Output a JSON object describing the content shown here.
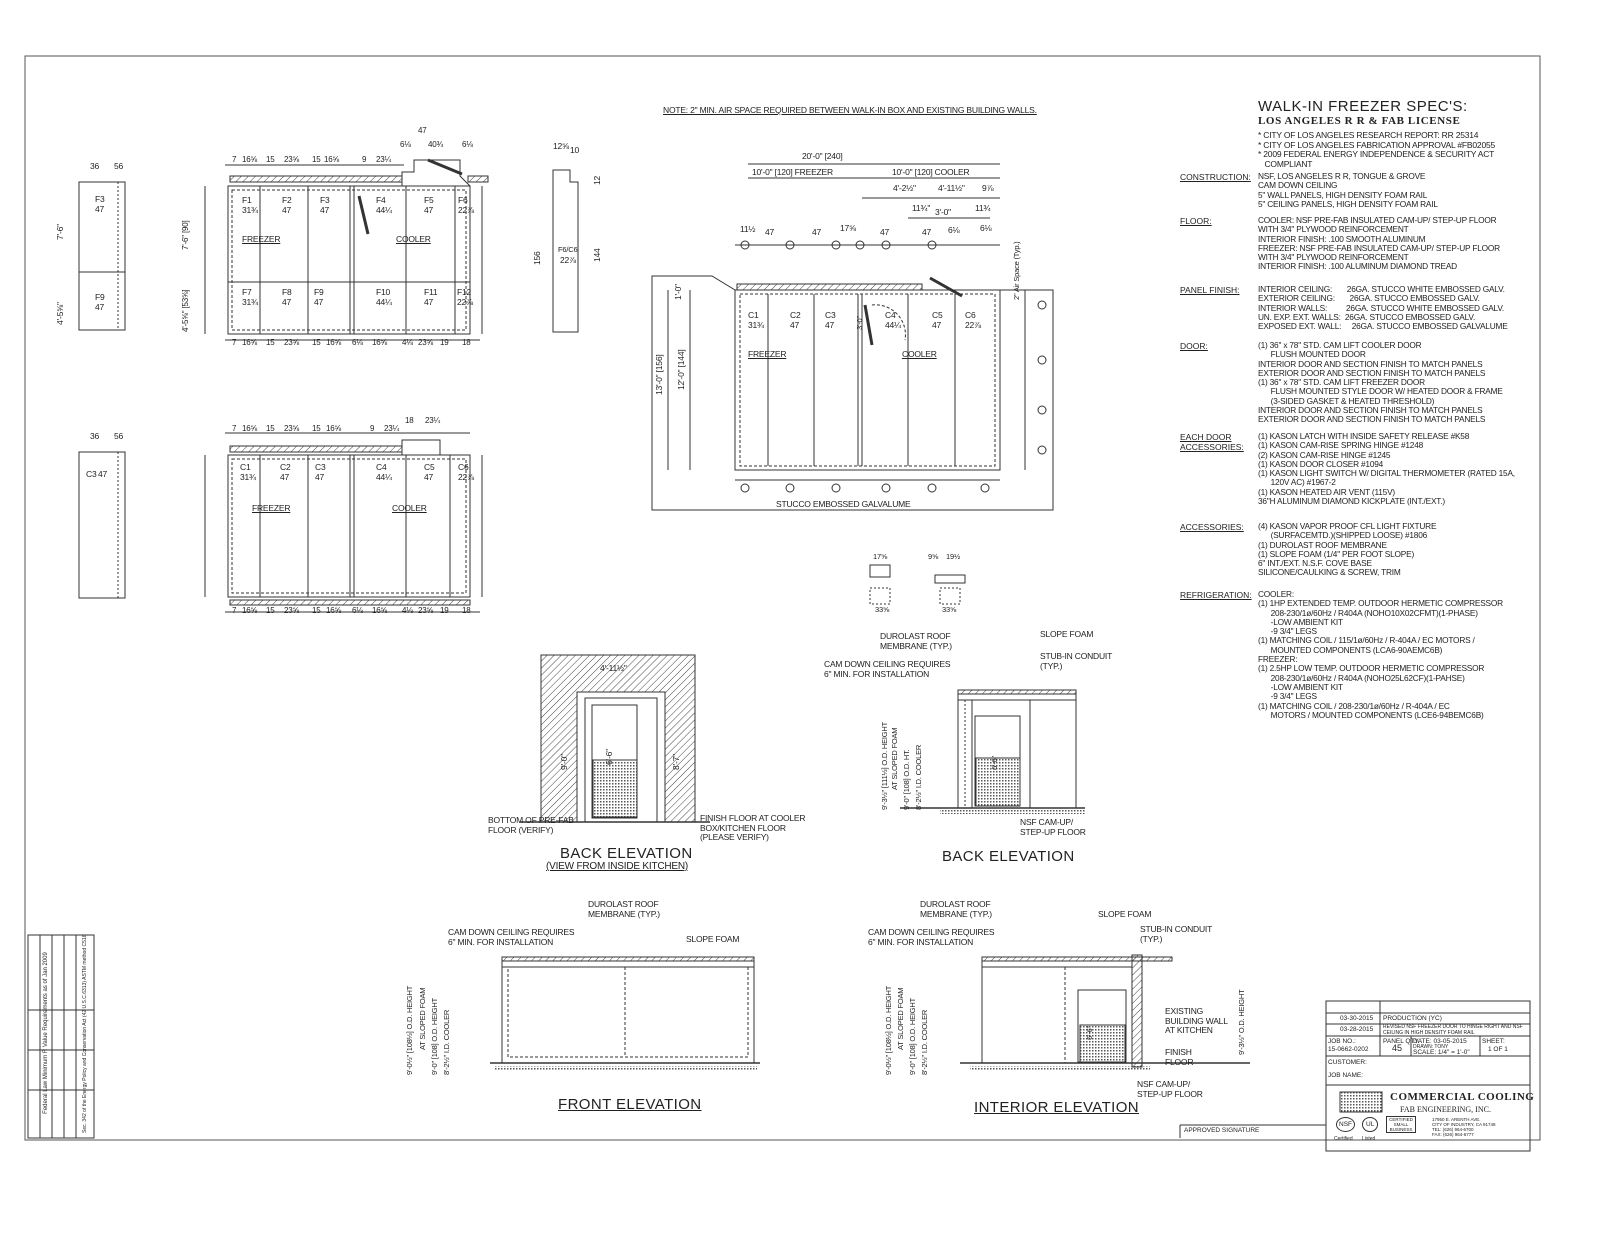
{
  "specs": {
    "title": "WALK-IN FREEZER SPEC'S:",
    "subtitle": "LOS ANGELES R R & FAB LICENSE",
    "bullets": [
      "* CITY OF LOS ANGELES RESEARCH REPORT: RR 25314",
      "* CITY OF LOS ANGELES FABRICATION APPROVAL #FB02055",
      "* 2009 FEDERAL ENERGY INDEPENDENCE & SECURITY ACT",
      "   COMPLIANT"
    ],
    "sections": [
      {
        "heading": "CONSTRUCTION:",
        "lines": [
          "NSF, LOS ANGELES R R, TONGUE & GROVE",
          "CAM DOWN CEILING",
          "5\" WALL PANELS, HIGH DENSITY FOAM RAIL",
          "5\" CEILING PANELS, HIGH DENSITY FOAM RAIL"
        ]
      },
      {
        "heading": "FLOOR:",
        "lines": [
          "COOLER: NSF PRE-FAB INSULATED CAM-UP/ STEP-UP FLOOR",
          "WITH 3/4\" PLYWOOD REINFORCEMENT",
          "INTERIOR FINISH: .100 SMOOTH ALUMINUM",
          "FREEZER: NSF PRE-FAB INSULATED CAM-UP/ STEP-UP FLOOR",
          "WITH 3/4\" PLYWOOD REINFORCEMENT",
          "INTERIOR FINISH: .100 ALUMINUM DIAMOND TREAD"
        ]
      },
      {
        "heading": "PANEL FINISH:",
        "lines": [
          "INTERIOR CEILING:       26GA. STUCCO WHITE EMBOSSED GALV.",
          "EXTERIOR CEILING:       26GA. STUCCO EMBOSSED GALV.",
          "INTERIOR WALLS:         26GA. STUCCO WHITE EMBOSSED GALV.",
          "UN. EXP. EXT. WALLS:  26GA. STUCCO EMBOSSED GALV.",
          "EXPOSED EXT. WALL:     26GA. STUCCO EMBOSSED GALVALUME"
        ]
      },
      {
        "heading": "DOOR:",
        "lines": [
          "(1) 36\" x 78\" STD. CAM LIFT COOLER DOOR",
          "      FLUSH MOUNTED DOOR",
          "INTERIOR DOOR AND SECTION FINISH TO MATCH PANELS",
          "EXTERIOR DOOR AND SECTION FINISH TO MATCH PANELS",
          "(1) 36\" x 78\" STD. CAM LIFT FREEZER DOOR",
          "      FLUSH MOUNTED STYLE DOOR W/ HEATED DOOR & FRAME",
          "      (3-SIDED GASKET & HEATED THRESHOLD)",
          "INTERIOR DOOR AND SECTION FINISH TO MATCH PANELS",
          "EXTERIOR DOOR AND SECTION FINISH TO MATCH PANELS"
        ]
      },
      {
        "heading": "EACH DOOR\nACCESSORIES:",
        "lines": [
          "(1) KASON LATCH WITH INSIDE SAFETY RELEASE #K58",
          "(1) KASON CAM-RISE SPRING HINGE #1248",
          "(2) KASON CAM-RISE HINGE #1245",
          "(1) KASON DOOR CLOSER #1094",
          "(1) KASON LIGHT SWITCH W/ DIGITAL THERMOMETER (RATED 15A,",
          "      120V AC) #1967-2",
          "(1) KASON HEATED AIR VENT (115V)",
          "36\"H ALUMINUM DIAMOND KICKPLATE (INT./EXT.)"
        ]
      },
      {
        "heading": "ACCESSORIES:",
        "lines": [
          "(4) KASON VAPOR PROOF CFL LIGHT FIXTURE",
          "      (SURFACEMTD.)(SHIPPED LOOSE) #1806",
          "(1) DUROLAST ROOF MEMBRANE",
          "(1) SLOPE FOAM (1/4\" PER FOOT SLOPE)",
          "6\" INT./EXT. N.S.F. COVE BASE",
          "SILICONE/CAULKING & SCREW, TRIM"
        ]
      },
      {
        "heading": "REFRIGERATION:",
        "lines": [
          "COOLER:",
          "(1) 1HP EXTENDED TEMP. OUTDOOR HERMETIC COMPRESSOR",
          "      208-230/1ø/60Hz / R404A (NOHO10X02CFMT)(1-PHASE)",
          "      -LOW AMBIENT KIT",
          "      -9 3/4\" LEGS",
          "(1) MATCHING COIL / 115/1ø/60Hz / R-404A / EC MOTORS /",
          "      MOUNTED COMPONENTS (LCA6-90AEMC6B)",
          "FREEZER:",
          "(1) 2.5HP LOW TEMP. OUTDOOR HERMETIC COMPRESSOR",
          "      208-230/1ø/60Hz / R404A (NOHO25L62CF)(1-PAHSE)",
          "      -LOW AMBIENT KIT",
          "      -9 3/4\" LEGS",
          "(1) MATCHING COIL / 208-230/1ø/60Hz / R-404A / EC",
          "      MOTORS / MOUNTED COMPONENTS (LCE6-94BEMC6B)"
        ]
      }
    ]
  },
  "note": "NOTE: 2\" MIN. AIR SPACE REQUIRED BETWEEN WALK-IN BOX AND EXISTING BUILDING WALLS.",
  "floor_plan": {
    "panels": [
      [
        "F1",
        "31¾"
      ],
      [
        "F2",
        "47"
      ],
      [
        "F3",
        "47"
      ],
      [
        "F4",
        "44¼"
      ],
      [
        "F5",
        "47"
      ],
      [
        "F6",
        "22⅞"
      ],
      [
        "F7",
        "31¾"
      ],
      [
        "F8",
        "47"
      ],
      [
        "F9",
        "47"
      ],
      [
        "F10",
        "44¼"
      ],
      [
        "F11",
        "47"
      ],
      [
        "F12",
        "22⅞"
      ]
    ],
    "freezer": "FREEZER",
    "cooler": "COOLER",
    "top_dims": [
      "7",
      "16⅝",
      "15",
      "23⅝",
      "15",
      "16⅝",
      "9",
      "23¼",
      "47",
      "40¾",
      "6⅛",
      "6⅛"
    ],
    "bottom_dims": [
      "7",
      "16⅝",
      "15",
      "23⅝",
      "15",
      "16⅝",
      "6⅛",
      "16⅝",
      "4⅛",
      "23⅝",
      "19",
      "18"
    ],
    "height_label": "7'-6\" [90]",
    "height_label2": "4'-5⅝\" [53⅝]",
    "side_panels": [
      [
        "F3",
        "47"
      ],
      [
        "F9",
        "47"
      ]
    ],
    "side_dims": [
      "36",
      "56",
      "7'-6\"",
      "4'-5⅝\""
    ],
    "end_panel": [
      "F6/C6",
      "22⅞"
    ],
    "end_dims": [
      "12⅝",
      "10",
      "156",
      "144",
      "12"
    ]
  },
  "ceiling_plan": {
    "panels": [
      [
        "C1",
        "31¾"
      ],
      [
        "C2",
        "47"
      ],
      [
        "C3",
        "47"
      ],
      [
        "C4",
        "44¼"
      ],
      [
        "C5",
        "47"
      ],
      [
        "C6",
        "22⅞"
      ]
    ],
    "freezer": "FREEZER",
    "cooler": "COOLER",
    "top_dims": [
      "7",
      "16⅝",
      "15",
      "23⅝",
      "15",
      "16⅝",
      "9",
      "23¼",
      "18",
      "23¼"
    ],
    "bottom_dims": [
      "7",
      "16⅝",
      "15",
      "23⅝",
      "15",
      "16⅝",
      "6⅛",
      "16⅝",
      "4⅛",
      "23⅝",
      "19",
      "18"
    ],
    "side_panel": [
      "C3",
      "47"
    ],
    "side_dims": [
      "36",
      "56"
    ]
  },
  "site_plan": {
    "overall": "20'-0\" [240]",
    "freezer_dim": "10'-0\" [120] FREEZER",
    "cooler_dim": "10'-0\" [120] COOLER",
    "sub_dims": [
      "4'-2½\"",
      "4'-11½\"",
      "9⅞",
      "11¾\"",
      "3'-0\"",
      "11¾"
    ],
    "module_dims": [
      "11½",
      "47",
      "47",
      "17⅝",
      "47",
      "6⅛",
      "47",
      "6⅛"
    ],
    "depth_dims": [
      "13'-0\" [156]",
      "12'-0\" [144]",
      "1'-0\""
    ],
    "panels": [
      [
        "C1",
        "31¾"
      ],
      [
        "C2",
        "47"
      ],
      [
        "C3",
        "47"
      ],
      [
        "C4",
        "44¼"
      ],
      [
        "C5",
        "47"
      ],
      [
        "C6",
        "22⅞"
      ]
    ],
    "freezer": "FREEZER",
    "cooler": "COOLER",
    "air_space": "2\" Air Space (Typ.)",
    "door_dim": "3'-0\"",
    "finish_label": "STUCCO EMBOSSED GALVALUME"
  },
  "details": {
    "left": [
      "17⅝",
      "33⅝"
    ],
    "right": [
      "9⅝",
      "19½",
      "33⅝"
    ]
  },
  "back_elev_1": {
    "title": "BACK ELEVATION",
    "subtitle": "(VIEW FROM INSIDE KITCHEN)",
    "dims": [
      "4'-11½\"",
      "9'-0\"",
      "8'-7\"",
      "6'-6\""
    ],
    "callout_left": "BOTTOM OF PRE-FAB\nFLOOR (VERIFY)",
    "callout_right": "FINISH FLOOR AT COOLER\nBOX/KITCHEN FLOOR\n(PLEASE VERIFY)"
  },
  "back_elev_2": {
    "title": "BACK ELEVATION",
    "roof_membrane": "DUROLAST ROOF\nMEMBRANE (TYP.)",
    "cam_down": "CAM DOWN CEILING REQUIRES\n6\" MIN. FOR INSTALLATION",
    "slope_foam": "SLOPE FOAM",
    "stub_in": "STUB-IN CONDUIT\n(TYP.)",
    "nsf_floor": "NSF CAM-UP/\nSTEP-UP FLOOR",
    "dims": [
      "9'-3½\" [111½] O.D. HEIGHT",
      "AT SLOPED FOAM",
      "9'-0\" [108] O.D. HT.",
      "8'-2½\" I.D. COOLER",
      "6'-6\""
    ]
  },
  "front_elev": {
    "title": "FRONT ELEVATION",
    "roof_membrane": "DUROLAST ROOF\nMEMBRANE (TYP.)",
    "cam_down": "CAM DOWN CEILING REQUIRES\n6\" MIN. FOR INSTALLATION",
    "slope_foam": "SLOPE FOAM",
    "dims": [
      "9'-0½\" [108½] O.D. HEIGHT",
      "AT SLOPED FOAM",
      "9'-0\" [108] O.D. HEIGHT",
      "8'-2½\" I.D. COOLER"
    ]
  },
  "interior_elev": {
    "title": "INTERIOR ELEVATION",
    "roof_membrane": "DUROLAST ROOF\nMEMBRANE (TYP.)",
    "cam_down": "CAM DOWN CEILING REQUIRES\n6\" MIN. FOR INSTALLATION",
    "slope_foam": "SLOPE FOAM",
    "stub_in": "STUB-IN CONDUIT\n(TYP.)",
    "existing_wall": "EXISTING\nBUILDING WALL\nAT KITCHEN",
    "finish_floor": "FINISH\nFLOOR",
    "nsf_floor": "NSF CAM-UP/\nSTEP-UP FLOOR",
    "dims": [
      "9'-0½\" [108½] O.D. HEIGHT",
      "AT SLOPED FOAM",
      "9'-0\" [108] O.D. HEIGHT",
      "8'-2½\" I.D. COOLER",
      "6'-6\"",
      "9'-3½\" O.D. HEIGHT"
    ]
  },
  "r_value_table": {
    "title": "Federal Law Minimum R Value Requirements as of Jan 2009",
    "note": "Sec. 342 of the Energy Policy and Conservation Act (42 U.S.C.6313)  ASTM method C518"
  },
  "title_block": {
    "revisions": [
      {
        "date": "03-30-2015",
        "desc": "PRODUCTION (YC)"
      },
      {
        "date": "03-28-2015",
        "desc": "REVISED NSF FREEZER DOOR TO HINGE RIGHT AND NSF CEILING IN HIGH DENSITY FOAM RAIL"
      }
    ],
    "job_no_label": "JOB NO.:",
    "job_no": "15-0662-0202",
    "panel_qty_label": "PANEL QTY.",
    "panel_qty": "45",
    "date": "DATE: 03-05-2015",
    "drawn": "DRAWN: TONY",
    "scale": "SCALE: 1/4\" = 1'-0\"",
    "sheet_label": "SHEET:",
    "sheet": "1 OF 1",
    "customer_label": "CUSTOMER:",
    "job_name_label": "JOB NAME:",
    "company": "COMMERCIAL COOLING",
    "company2": "FAB ENGINEERING, INC.",
    "address": "17950 E. ARENTH AVE.\nCITY OF INDUSTRY, CA 91748\nTEL: (626) 964-6700\nFAX: (626) 964-6777",
    "badges": [
      "NSF",
      "UL",
      "CERTIFIED SMALL BUSINESS"
    ],
    "badge_captions": [
      "Certified",
      "Listed"
    ],
    "approved": "APPROVED SIGNATURE"
  }
}
